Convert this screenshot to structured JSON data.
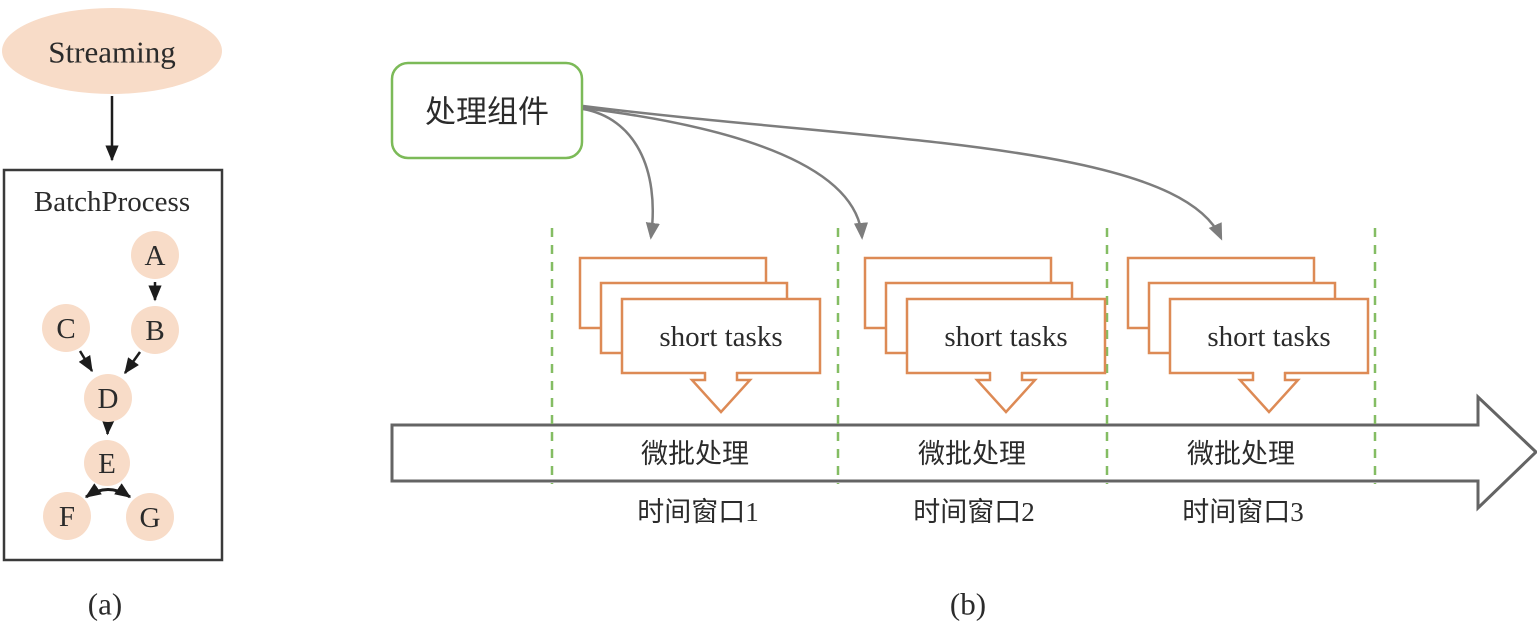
{
  "figure": {
    "caption_a": "(a)",
    "caption_b": "(b)"
  },
  "panel_a": {
    "streaming_label": "Streaming",
    "box_title": "BatchProcess",
    "nodes": {
      "a": "A",
      "b": "B",
      "c": "C",
      "d": "D",
      "e": "E",
      "f": "F",
      "g": "G"
    },
    "edges": [
      "A→B",
      "C→D",
      "B→D",
      "D→E",
      "E→F",
      "E→G"
    ]
  },
  "panel_b": {
    "component_label": "处理组件",
    "windows": [
      {
        "stack_label": "short tasks",
        "bar_label": "微批处理",
        "window_label": "时间窗口1"
      },
      {
        "stack_label": "short tasks",
        "bar_label": "微批处理",
        "window_label": "时间窗口2"
      },
      {
        "stack_label": "short tasks",
        "bar_label": "微批处理",
        "window_label": "时间窗口3"
      }
    ]
  },
  "colors": {
    "node_fill": "#f8dcc8",
    "component_border": "#7cba58",
    "dashed_divider": "#84bd63",
    "task_border": "#dd8a55",
    "timeline_stroke": "#646464",
    "connector_gray": "#7d7d7d",
    "edge_black": "#1c1c1c",
    "text": "#2b2b2b"
  }
}
